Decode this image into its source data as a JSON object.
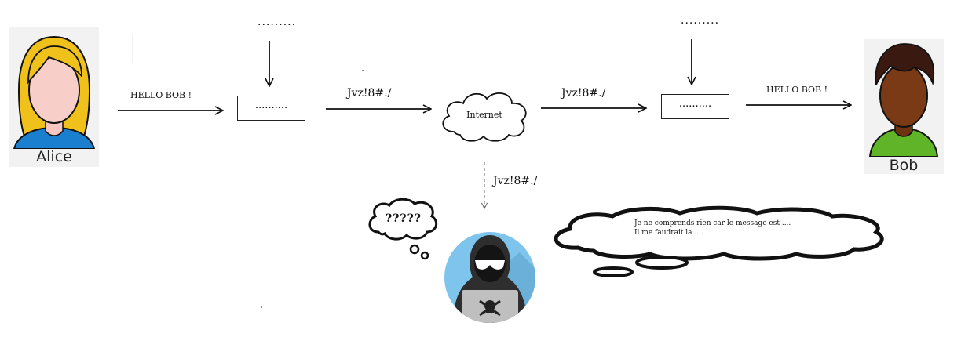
{
  "alice": {
    "name": "Alice"
  },
  "bob": {
    "name": "Bob"
  },
  "message": {
    "plaintext": "HELLO BOB !",
    "ciphertext": "Jvz!8#./"
  },
  "encrypt_box": {
    "label": "..........",
    "key_label": "........."
  },
  "decrypt_box": {
    "label": "..........",
    "key_label": "........."
  },
  "network": {
    "label": "Internet"
  },
  "eavesdropper": {
    "thought_short": "?????",
    "thought_long_line1": "Je ne comprends rien car le message est ....",
    "thought_long_line2": "Il me faudrait la ....",
    "icon": "hacker-icon"
  }
}
